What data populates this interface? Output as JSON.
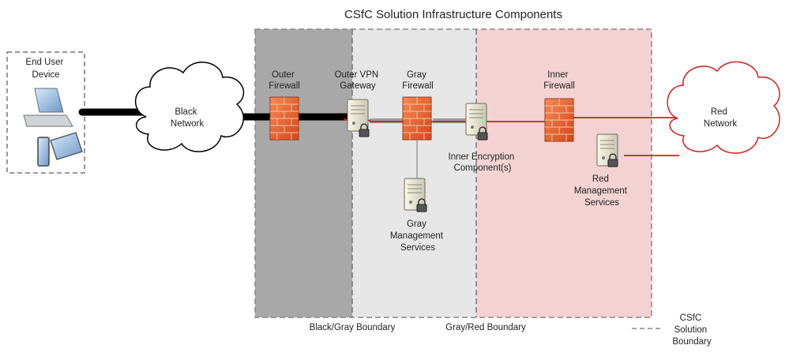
{
  "title": "CSfC Solution Infrastructure Components",
  "nodes": {
    "end_user": [
      "End User",
      "Device"
    ],
    "black_network": [
      "Black",
      "Network"
    ],
    "outer_firewall": [
      "Outer",
      "Firewall"
    ],
    "outer_vpn": [
      "Outer VPN",
      "Gateway"
    ],
    "gray_firewall": [
      "Gray",
      "Firewall"
    ],
    "gray_mgmt": [
      "Gray",
      "Management",
      "Services"
    ],
    "inner_encryption": [
      "Inner Encryption",
      "Component(s)"
    ],
    "inner_firewall": [
      "Inner",
      "Firewall"
    ],
    "red_mgmt": [
      "Red",
      "Management",
      "Services"
    ],
    "red_network": [
      "Red",
      "Network"
    ]
  },
  "boundaries": {
    "black_gray": "Black/Gray Boundary",
    "gray_red": "Gray/Red Boundary"
  },
  "legend": [
    "CSfC",
    "Solution",
    "Boundary"
  ],
  "colors": {
    "black_zone": "#a8a8a8",
    "gray_zone": "#e6e6e6",
    "red_zone": "#f2d2d2",
    "red_link": "#d02020",
    "gray_link": "#9a9a9a",
    "black_link": "#000000",
    "firewall": "#e8622c"
  }
}
